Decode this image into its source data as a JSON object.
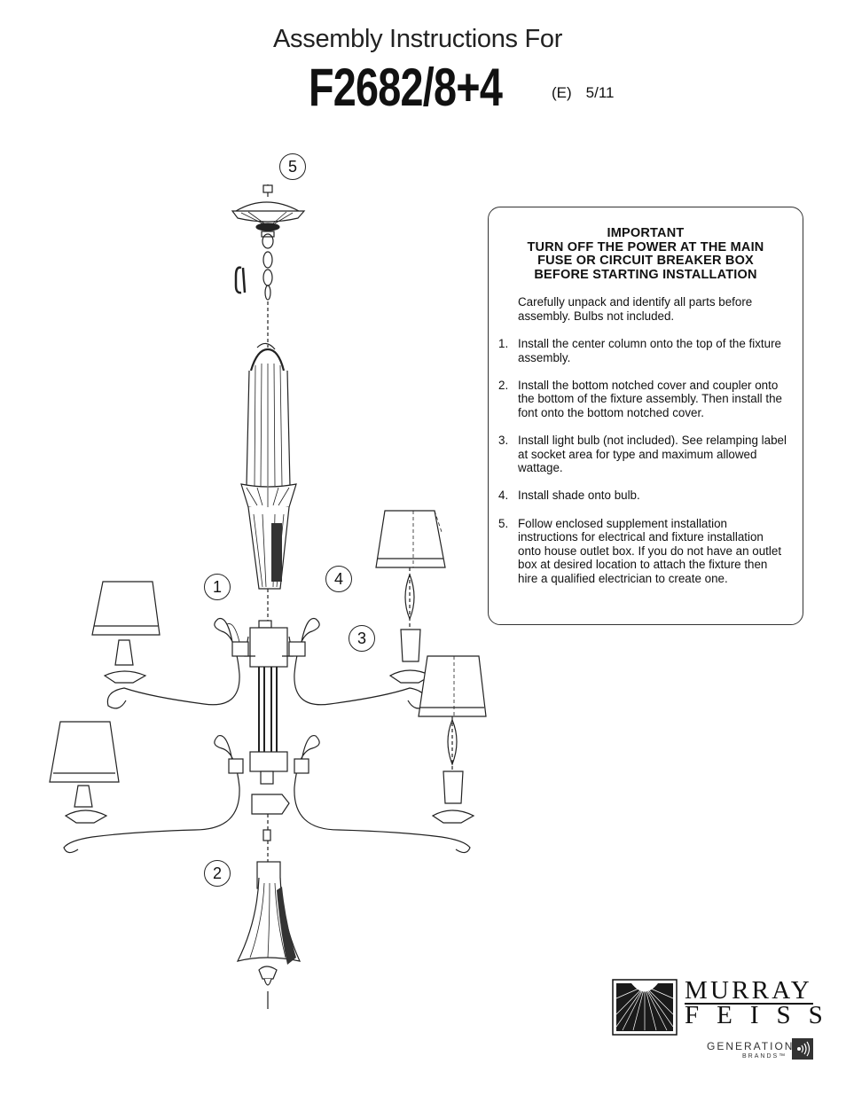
{
  "header": {
    "title": "Assembly Instructions For",
    "model": "F2682/8+4",
    "edition": "(E)",
    "date": "5/11"
  },
  "callouts": [
    "5",
    "1",
    "4",
    "3",
    "2"
  ],
  "notice": {
    "important_lines": [
      "IMPORTANT",
      "TURN OFF THE POWER AT THE MAIN",
      "FUSE OR CIRCUIT BREAKER BOX",
      "BEFORE STARTING INSTALLATION"
    ],
    "intro": "Carefully unpack and identify all parts before assembly.  Bulbs not included.",
    "steps": [
      {
        "num": "1.",
        "text": "Install the center column onto the top of the fixture assembly."
      },
      {
        "num": "2.",
        "text": "Install the bottom notched cover and coupler onto the bottom of the fixture assembly. Then install the font onto the bottom notched cover."
      },
      {
        "num": "3.",
        "text": "Install light bulb (not included).  See relamping label at socket area for type and maximum allowed wattage."
      },
      {
        "num": "4.",
        "text": "Install shade onto bulb."
      },
      {
        "num": "5.",
        "text": "Follow enclosed supplement installation instructions for electrical and fixture installation onto house outlet box. If you do not have an outlet box at desired location to attach the fixture then hire a qualified electrician to create one."
      }
    ]
  },
  "logo": {
    "murray": "MURRAY",
    "feiss": "FEISS",
    "generation": "GENERATION",
    "brands": "BRANDS™",
    "icon": "sunburst-icon",
    "generation_icon": "sound-wave-icon"
  }
}
